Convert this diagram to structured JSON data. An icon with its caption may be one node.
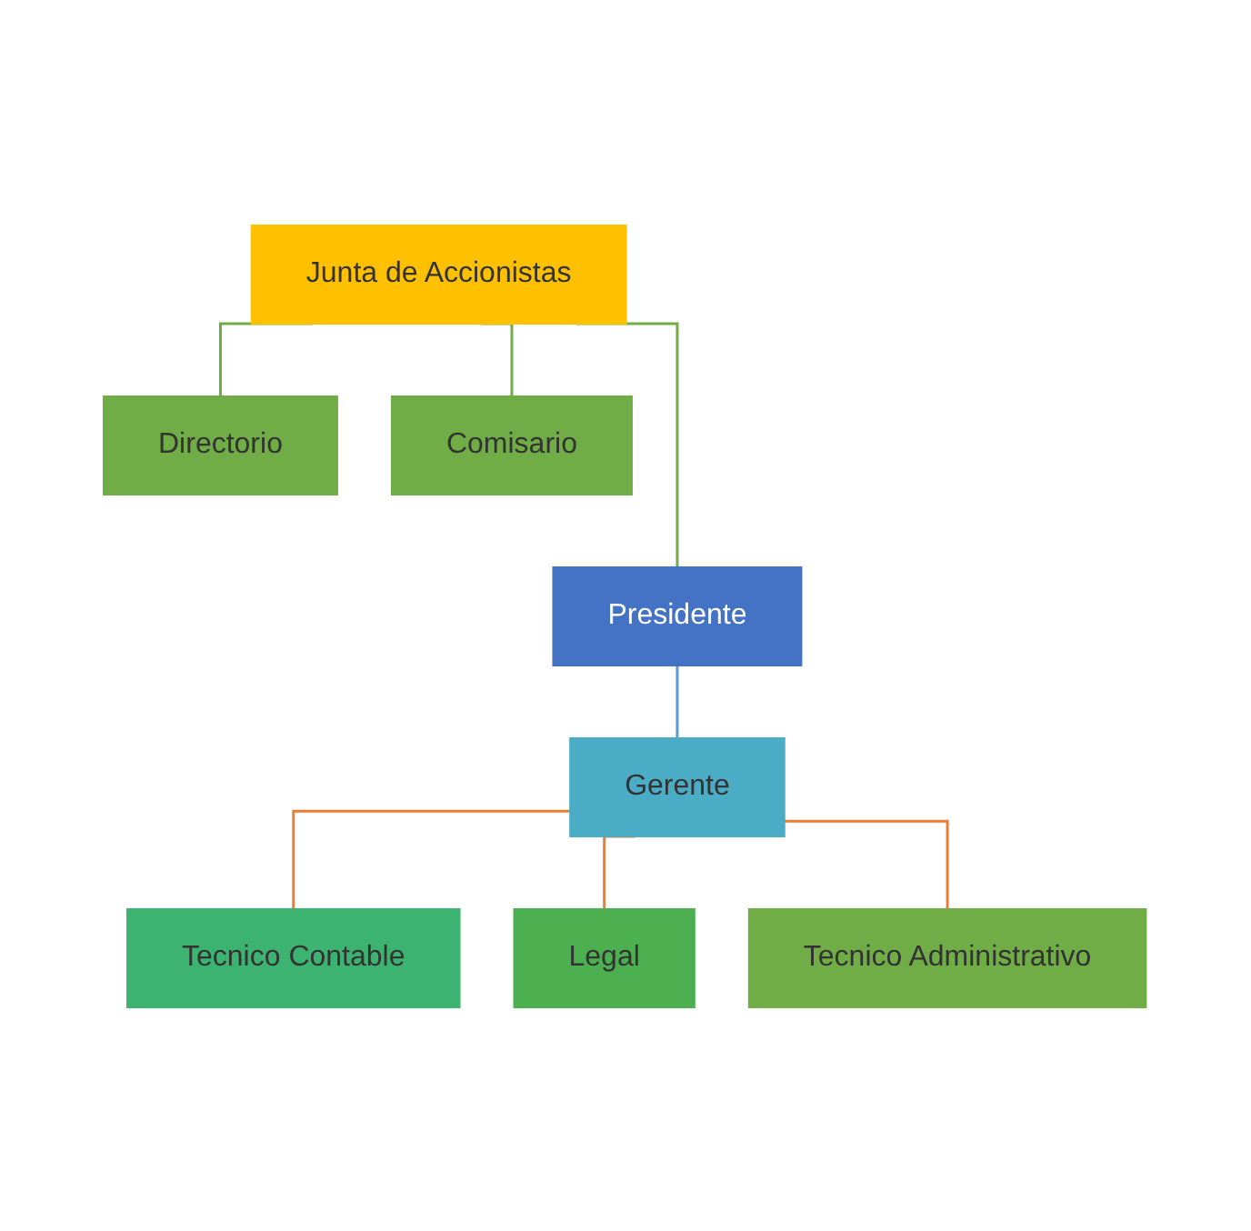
{
  "diagram": {
    "nodes": [
      {
        "text": [
          "Junta de Accionistas"
        ]
      },
      {
        "text": [
          "Directorio"
        ]
      },
      {
        "text": [
          "Comisario"
        ]
      },
      {
        "text": [
          "Presidente"
        ]
      },
      {
        "text": [
          "Gerente"
        ]
      },
      {
        "text": [
          "Tecnico Contable"
        ]
      },
      {
        "text": [
          "Legal"
        ]
      },
      {
        "text": [
          "Tecnico Administrativo"
        ]
      }
    ],
    "edges": [
      {
        "from": 0,
        "to": 1,
        "arrow": "none",
        "color": "#70ad47"
      },
      {
        "from": 0,
        "to": 2,
        "arrow": "none",
        "color": "#70ad47"
      },
      {
        "from": 0,
        "to": 3,
        "arrow": "none",
        "color": "#70ad47"
      },
      {
        "from": 3,
        "to": 4,
        "arrow": "none",
        "color": "#5b9bd5"
      },
      {
        "from": 4,
        "to": 5,
        "arrow": "none",
        "color": "#ed7d31"
      },
      {
        "from": 4,
        "to": 6,
        "arrow": "none",
        "color": "#ed7d31"
      },
      {
        "from": 4,
        "to": 7,
        "arrow": "none",
        "color": "#ed7d31"
      }
    ]
  }
}
